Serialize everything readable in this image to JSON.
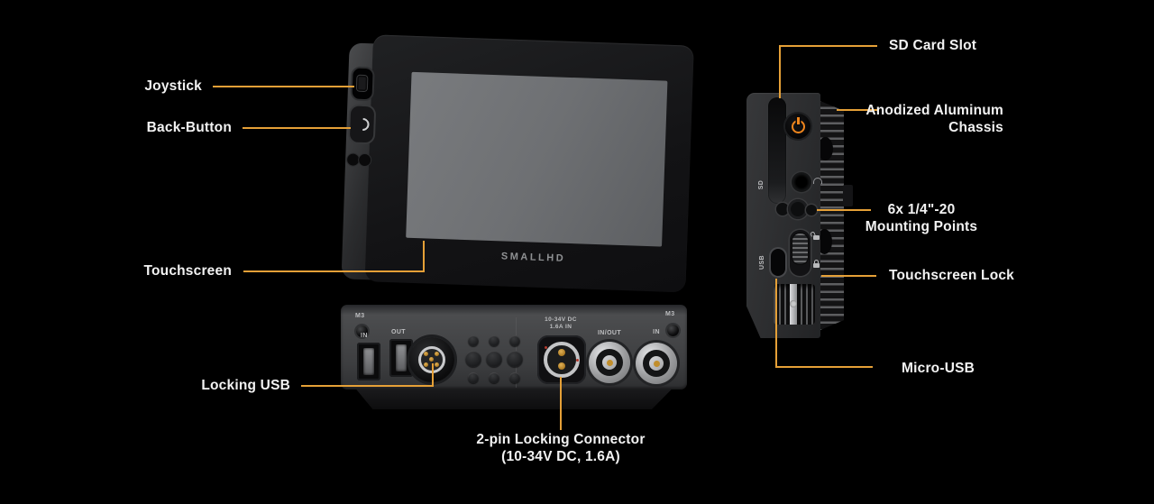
{
  "colors": {
    "background": "#000000",
    "accent": "#E5A037",
    "label_text": "#F2F2F2",
    "power_accent": "#F0861D",
    "screen_gray": "#6E7073",
    "port_label": "#BDBEC0",
    "logo_gray": "#8F9193"
  },
  "callouts": {
    "joystick": "Joystick",
    "back_button": "Back-Button",
    "touchscreen": "Touchscreen",
    "locking_usb": "Locking USB",
    "two_pin_line1": "2-pin Locking Connector",
    "two_pin_line2": "(10-34V DC, 1.6A)",
    "sd_card_slot": "SD Card Slot",
    "chassis_line1": "Anodized Aluminum",
    "chassis_line2": "Chassis",
    "mounting_line1": "6x 1/4\"-20",
    "mounting_line2": "Mounting Points",
    "touchscreen_lock": "Touchscreen Lock",
    "micro_usb": "Micro-USB"
  },
  "front": {
    "logo": "SMALLHD"
  },
  "bottom": {
    "m3_left": "M3",
    "hdmi_in": "IN",
    "hdmi_out": "OUT",
    "power_spec_1": "10-34V DC",
    "power_spec_2": "1.6A IN",
    "sdi_inout": "IN/OUT",
    "sdi_in": "IN",
    "m3_right": "M3"
  },
  "side": {
    "sd": "SD",
    "usb": "USB"
  }
}
